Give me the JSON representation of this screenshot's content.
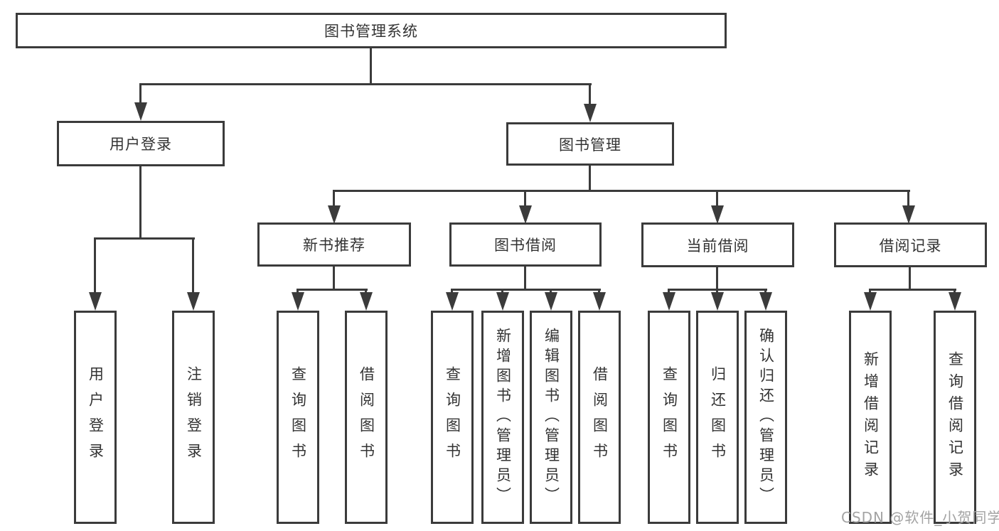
{
  "tree": {
    "root": "图书管理系统",
    "branches": [
      {
        "label": "用户登录",
        "leaves": [
          "用户登录",
          "注销登录"
        ]
      },
      {
        "label": "图书管理",
        "groups": [
          {
            "label": "新书推荐",
            "leaves": [
              "查询图书",
              "借阅图书"
            ]
          },
          {
            "label": "图书借阅",
            "leaves": [
              "查询图书",
              "新增图书（管理员）",
              "编辑图书（管理员）",
              "借阅图书"
            ]
          },
          {
            "label": "当前借阅",
            "leaves": [
              "查询图书",
              "归还图书",
              "确认归还（管理员）"
            ]
          },
          {
            "label": "借阅记录",
            "leaves": [
              "新增借阅记录",
              "查询借阅记录"
            ]
          }
        ]
      }
    ]
  },
  "watermark": {
    "text": "CSDN @软件_小贺同学"
  },
  "colors": {
    "line": "#3b3b3b",
    "text": "#333333",
    "watermark": "#a3a3a3",
    "background": "#ffffff"
  }
}
